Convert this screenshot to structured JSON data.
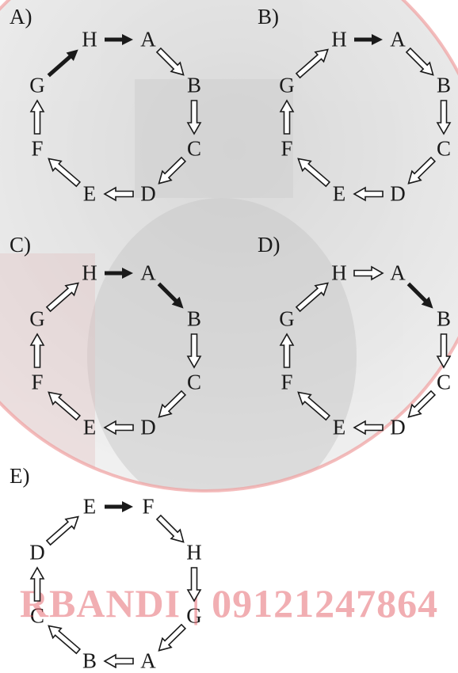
{
  "colors": {
    "ink": "#1a1a1a",
    "watermark": "#e14b55",
    "circle_stroke": "#f0a0a0"
  },
  "watermark_text": "RBANDI | 09121247864",
  "options": [
    {
      "label": "A)",
      "nodes": [
        "H",
        "A",
        "B",
        "C",
        "D",
        "E",
        "F",
        "G"
      ],
      "arrows": [
        {
          "from": "H",
          "to": "A",
          "style": "solid"
        },
        {
          "from": "A",
          "to": "B",
          "style": "hollow"
        },
        {
          "from": "B",
          "to": "C",
          "style": "hollow"
        },
        {
          "from": "C",
          "to": "D",
          "style": "hollow"
        },
        {
          "from": "D",
          "to": "E",
          "style": "hollow"
        },
        {
          "from": "E",
          "to": "F",
          "style": "hollow"
        },
        {
          "from": "F",
          "to": "G",
          "style": "hollow"
        },
        {
          "from": "G",
          "to": "H",
          "style": "solid"
        }
      ]
    },
    {
      "label": "B)",
      "nodes": [
        "H",
        "A",
        "B",
        "C",
        "D",
        "E",
        "F",
        "G"
      ],
      "arrows": [
        {
          "from": "H",
          "to": "A",
          "style": "solid"
        },
        {
          "from": "A",
          "to": "B",
          "style": "hollow"
        },
        {
          "from": "B",
          "to": "C",
          "style": "hollow"
        },
        {
          "from": "C",
          "to": "D",
          "style": "hollow"
        },
        {
          "from": "D",
          "to": "E",
          "style": "hollow"
        },
        {
          "from": "E",
          "to": "F",
          "style": "hollow"
        },
        {
          "from": "F",
          "to": "G",
          "style": "hollow"
        },
        {
          "from": "G",
          "to": "H",
          "style": "hollow"
        }
      ]
    },
    {
      "label": "C)",
      "nodes": [
        "H",
        "A",
        "B",
        "C",
        "D",
        "E",
        "F",
        "G"
      ],
      "arrows": [
        {
          "from": "H",
          "to": "A",
          "style": "solid"
        },
        {
          "from": "A",
          "to": "B",
          "style": "solid"
        },
        {
          "from": "B",
          "to": "C",
          "style": "hollow"
        },
        {
          "from": "C",
          "to": "D",
          "style": "hollow"
        },
        {
          "from": "D",
          "to": "E",
          "style": "hollow"
        },
        {
          "from": "E",
          "to": "F",
          "style": "hollow"
        },
        {
          "from": "F",
          "to": "G",
          "style": "hollow"
        },
        {
          "from": "G",
          "to": "H",
          "style": "hollow"
        }
      ]
    },
    {
      "label": "D)",
      "nodes": [
        "H",
        "A",
        "B",
        "C",
        "D",
        "E",
        "F",
        "G"
      ],
      "arrows": [
        {
          "from": "H",
          "to": "A",
          "style": "hollow"
        },
        {
          "from": "A",
          "to": "B",
          "style": "solid"
        },
        {
          "from": "B",
          "to": "C",
          "style": "hollow"
        },
        {
          "from": "C",
          "to": "D",
          "style": "hollow"
        },
        {
          "from": "D",
          "to": "E",
          "style": "hollow"
        },
        {
          "from": "E",
          "to": "F",
          "style": "hollow"
        },
        {
          "from": "F",
          "to": "G",
          "style": "hollow"
        },
        {
          "from": "G",
          "to": "H",
          "style": "hollow"
        }
      ]
    },
    {
      "label": "E)",
      "nodes": [
        "E",
        "F",
        "H",
        "G",
        "A",
        "B",
        "C",
        "D"
      ],
      "arrows": [
        {
          "from": "E",
          "to": "F",
          "style": "solid"
        },
        {
          "from": "F",
          "to": "H",
          "style": "hollow"
        },
        {
          "from": "H",
          "to": "G",
          "style": "hollow"
        },
        {
          "from": "G",
          "to": "A",
          "style": "hollow"
        },
        {
          "from": "A",
          "to": "B",
          "style": "hollow"
        },
        {
          "from": "B",
          "to": "C",
          "style": "hollow"
        },
        {
          "from": "C",
          "to": "D",
          "style": "hollow"
        },
        {
          "from": "D",
          "to": "E",
          "style": "hollow"
        }
      ]
    }
  ]
}
